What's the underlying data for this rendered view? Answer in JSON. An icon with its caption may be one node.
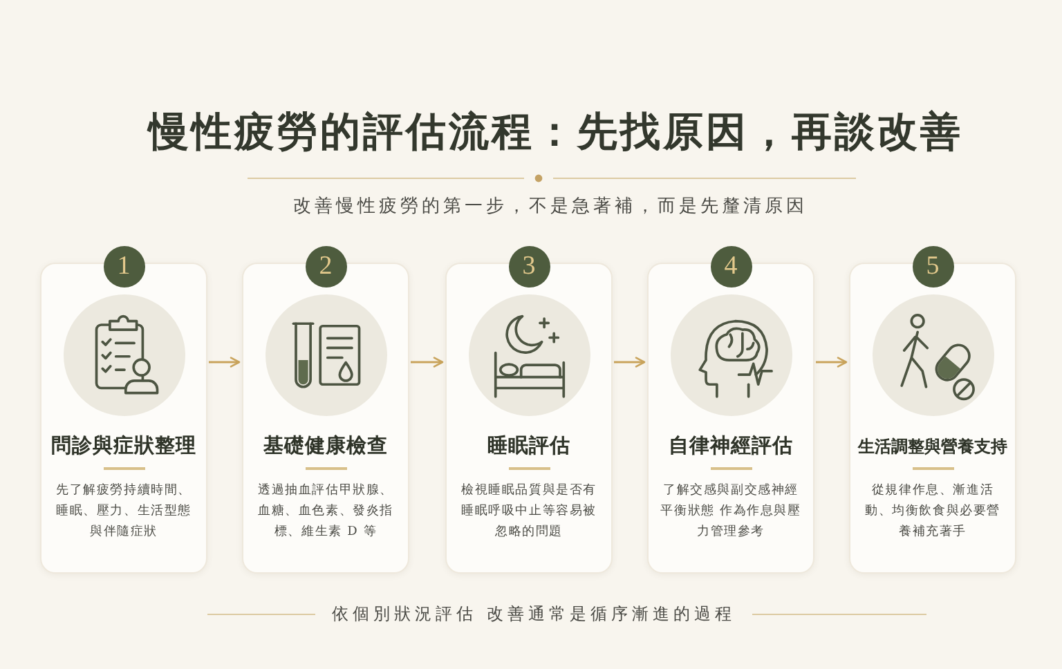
{
  "diagram": {
    "title": "慢性疲勞的評估流程：先找原因，再談改善",
    "caption": "依個別狀況評估 改善通常是循序漸進的過程",
    "nodes": [
      {
        "text": [
          "1"
        ]
      },
      {
        "text": [
          "問診與症狀整理",
          "先了解疲勞持續時間、睡眠、壓力、生活型態與伴隨症狀"
        ]
      },
      {
        "text": [
          "2"
        ]
      },
      {
        "text": [
          "基礎健康檢查",
          "透過抽血評估甲狀腺、血糖、血色素、發炎指標、維生素 D 等"
        ]
      },
      {
        "text": [
          "3"
        ]
      },
      {
        "text": [
          "睡眠評估",
          "檢視睡眠品質與是否有睡眠呼吸中止等容易被忽略的問題"
        ]
      },
      {
        "text": [
          "4"
        ]
      },
      {
        "text": [
          "自律神經評估",
          "了解交感與副交感神經平衡狀態 作為作息與壓力管理參考"
        ]
      },
      {
        "text": [
          "5"
        ]
      },
      {
        "text": [
          "生活調整與營養支持",
          "從規律作息、漸進活動、均衡飲食與必要營養補充著手"
        ]
      }
    ],
    "edges": [
      {
        "from": 1,
        "to": 3,
        "arrow": "to"
      },
      {
        "from": 3,
        "to": 5,
        "arrow": "to"
      },
      {
        "from": 5,
        "to": 7,
        "arrow": "to"
      },
      {
        "from": 7,
        "to": 9,
        "arrow": "to"
      }
    ],
    "labels": [
      "改善慢性疲勞的第一步，不是急著補，而是先釐清原因"
    ]
  }
}
